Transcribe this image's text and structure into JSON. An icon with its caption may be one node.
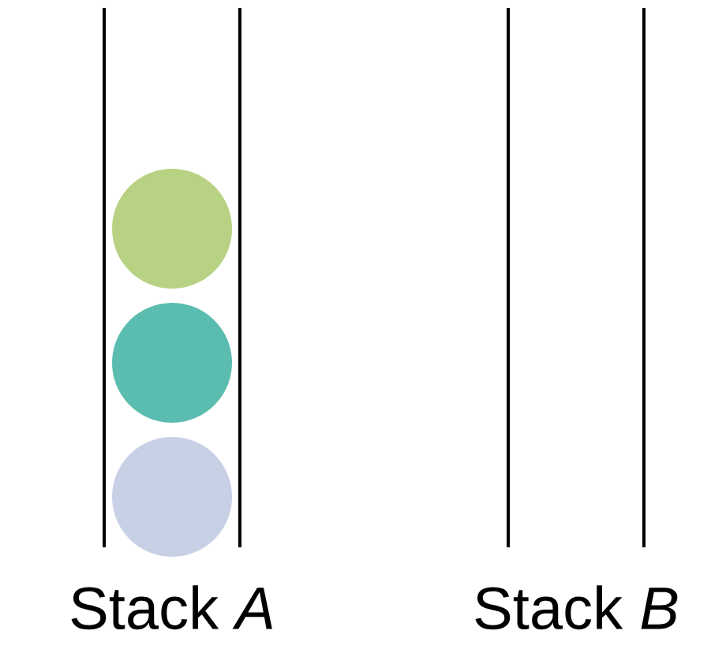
{
  "diagram": {
    "nodes": [
      {
        "text": [
          "Stack *A*"
        ]
      },
      {
        "text": [],
        "shape": "circle",
        "in": 0
      },
      {
        "text": [],
        "shape": "circle",
        "in": 0
      },
      {
        "text": [],
        "shape": "circle",
        "in": 0
      },
      {
        "text": [
          "Stack *B*"
        ]
      }
    ]
  }
}
